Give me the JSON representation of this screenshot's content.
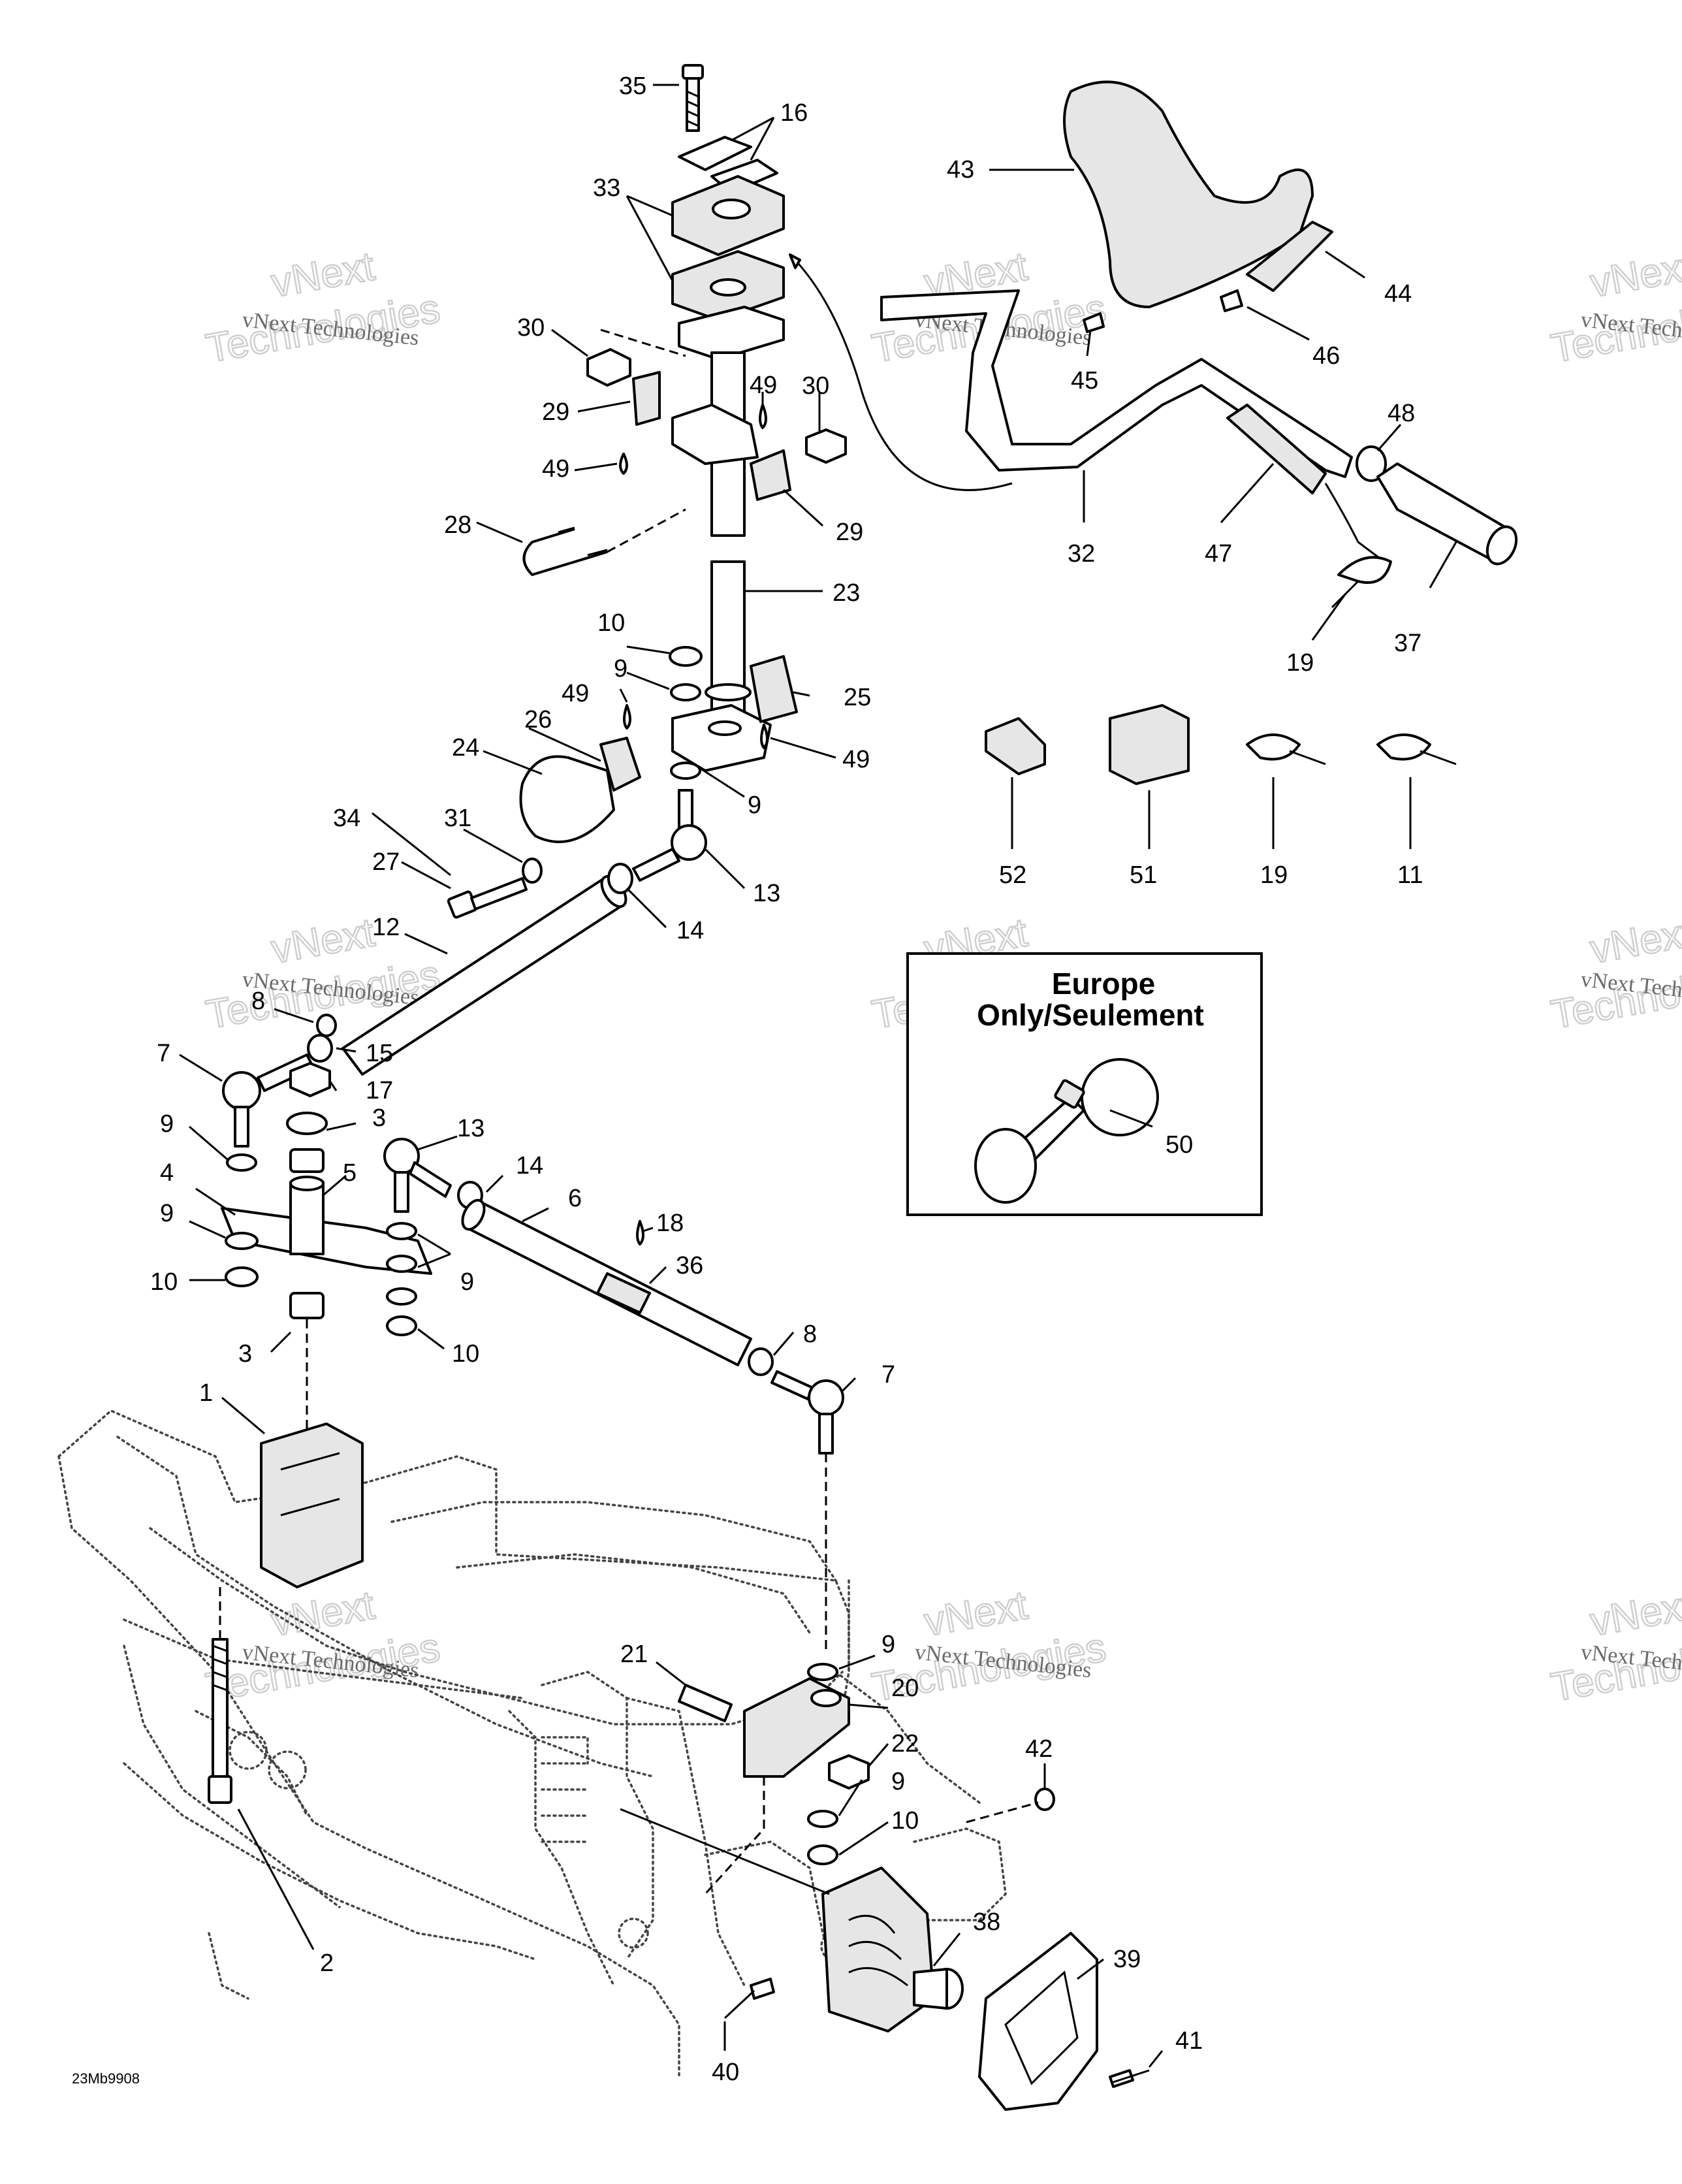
{
  "diagram_code": "23Mb9908",
  "inset": {
    "title_line1": "Europe",
    "title_line2": "Only/Seulement"
  },
  "watermark": {
    "line1": "vNext",
    "line2": "Technologies",
    "small": "vNext Technologies"
  },
  "callouts": [
    {
      "id": "c35",
      "text": "35"
    },
    {
      "id": "c16",
      "text": "16"
    },
    {
      "id": "c33",
      "text": "33"
    },
    {
      "id": "c30a",
      "text": "30"
    },
    {
      "id": "c29a",
      "text": "29"
    },
    {
      "id": "c49a",
      "text": "49"
    },
    {
      "id": "c49b",
      "text": "49"
    },
    {
      "id": "c30b",
      "text": "30"
    },
    {
      "id": "c29b",
      "text": "29"
    },
    {
      "id": "c28",
      "text": "28"
    },
    {
      "id": "c23",
      "text": "23"
    },
    {
      "id": "c10a",
      "text": "10"
    },
    {
      "id": "c9a",
      "text": "9"
    },
    {
      "id": "c25",
      "text": "25"
    },
    {
      "id": "c49c",
      "text": "49"
    },
    {
      "id": "c26",
      "text": "26"
    },
    {
      "id": "c49d",
      "text": "49"
    },
    {
      "id": "c24",
      "text": "24"
    },
    {
      "id": "c9b",
      "text": "9"
    },
    {
      "id": "c34",
      "text": "34"
    },
    {
      "id": "c31",
      "text": "31"
    },
    {
      "id": "c27",
      "text": "27"
    },
    {
      "id": "c13a",
      "text": "13"
    },
    {
      "id": "c14a",
      "text": "14"
    },
    {
      "id": "c12",
      "text": "12"
    },
    {
      "id": "c8a",
      "text": "8"
    },
    {
      "id": "c15",
      "text": "15"
    },
    {
      "id": "c7a",
      "text": "7"
    },
    {
      "id": "c17",
      "text": "17"
    },
    {
      "id": "c3a",
      "text": "3"
    },
    {
      "id": "c9c",
      "text": "9"
    },
    {
      "id": "c13b",
      "text": "13"
    },
    {
      "id": "c14b",
      "text": "14"
    },
    {
      "id": "c4",
      "text": "4"
    },
    {
      "id": "c5",
      "text": "5"
    },
    {
      "id": "c6",
      "text": "6"
    },
    {
      "id": "c9d",
      "text": "9"
    },
    {
      "id": "c18",
      "text": "18"
    },
    {
      "id": "c9e",
      "text": "9"
    },
    {
      "id": "c36",
      "text": "36"
    },
    {
      "id": "c10b",
      "text": "10"
    },
    {
      "id": "c3b",
      "text": "3"
    },
    {
      "id": "c10c",
      "text": "10"
    },
    {
      "id": "c8b",
      "text": "8"
    },
    {
      "id": "c7b",
      "text": "7"
    },
    {
      "id": "c1",
      "text": "1"
    },
    {
      "id": "c21",
      "text": "21"
    },
    {
      "id": "c9f",
      "text": "9"
    },
    {
      "id": "c20",
      "text": "20"
    },
    {
      "id": "c22",
      "text": "22"
    },
    {
      "id": "c42",
      "text": "42"
    },
    {
      "id": "c9g",
      "text": "9"
    },
    {
      "id": "c10d",
      "text": "10"
    },
    {
      "id": "c2",
      "text": "2"
    },
    {
      "id": "c38",
      "text": "38"
    },
    {
      "id": "c39",
      "text": "39"
    },
    {
      "id": "c41",
      "text": "41"
    },
    {
      "id": "c40",
      "text": "40"
    },
    {
      "id": "c43",
      "text": "43"
    },
    {
      "id": "c44",
      "text": "44"
    },
    {
      "id": "c46",
      "text": "46"
    },
    {
      "id": "c45",
      "text": "45"
    },
    {
      "id": "c48",
      "text": "48"
    },
    {
      "id": "c32",
      "text": "32"
    },
    {
      "id": "c47",
      "text": "47"
    },
    {
      "id": "c37",
      "text": "37"
    },
    {
      "id": "c19a",
      "text": "19"
    },
    {
      "id": "c52",
      "text": "52"
    },
    {
      "id": "c51",
      "text": "51"
    },
    {
      "id": "c19b",
      "text": "19"
    },
    {
      "id": "c11",
      "text": "11"
    },
    {
      "id": "c50",
      "text": "50"
    }
  ]
}
